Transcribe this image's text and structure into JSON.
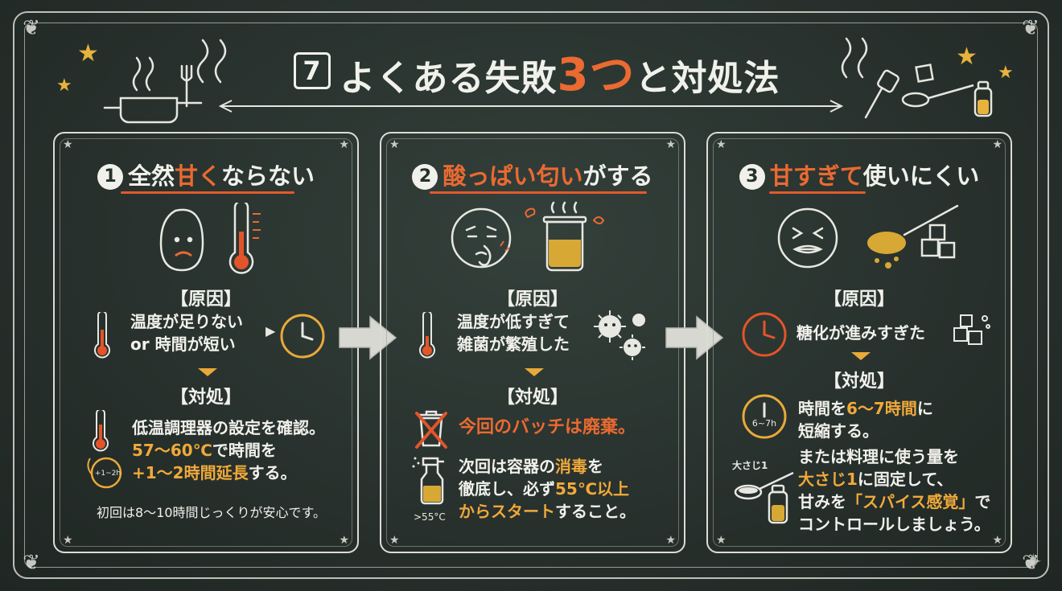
{
  "colors": {
    "accent_orange": "#ea6a31",
    "accent_gold": "#f0a93a",
    "chalk": "#f1f1ec",
    "board": "#28312d"
  },
  "title": {
    "number": "7",
    "part1": "よくある失敗",
    "highlight": "3つ",
    "part2": "と対処法"
  },
  "icons": [
    "star-icon",
    "pan-icon",
    "fork-icon",
    "steam-icon",
    "spatula-icon",
    "sugar-cube-icon",
    "spoon-icon",
    "salt-shaker-icon",
    "arrow-right-icon",
    "thermometer-icon",
    "clock-icon",
    "germ-icon",
    "trash-icon",
    "spray-bottle-icon",
    "jar-icon"
  ],
  "panels": [
    {
      "number": "1",
      "head_a": "全然",
      "head_red": "甘く",
      "head_b": "ならない",
      "cause_label": "【原因】",
      "cause_line1": "温度が足りない",
      "cause_line2": "or 時間が短い",
      "fix_label": "【対処】",
      "fix_line1": "低温調理器の設定を確認。",
      "fix_line2_hl": "57〜60℃",
      "fix_line2_rest": "で時間を",
      "fix_line3_hl": "+1〜2時間延長",
      "fix_line3_rest": "する。",
      "clock_tag": "+1~2h",
      "note": "初回は8〜10時間じっくりが安心です。"
    },
    {
      "number": "2",
      "head_red": "酸っぱい匂い",
      "head_b": "がする",
      "cause_label": "【原因】",
      "cause_line1": "温度が低すぎて",
      "cause_line2": "雑菌が繁殖した",
      "fix_label": "【対処】",
      "fix_discard": "今回のバッチは廃棄。",
      "fix_line1_a": "次回は容器の",
      "fix_line1_hl": "消毒",
      "fix_line1_b": "を",
      "fix_line2_a": "徹底し、必ず",
      "fix_line2_hl": "55℃以上",
      "fix_line3_hl": "からスタート",
      "fix_line3_b": "すること。",
      "temp_tag": ">55°C"
    },
    {
      "number": "3",
      "head_red": "甘すぎて",
      "head_b": "使いにくい",
      "cause_label": "【原因】",
      "cause_line1": "糖化が進みすぎた",
      "fix_label": "【対処】",
      "fix_line1_a": "時間を",
      "fix_line1_hl": "6〜7時間",
      "fix_line1_b": "に",
      "fix_line2": "短縮する。",
      "clock_tag": "6~7h",
      "spoon_tag": "大さじ1",
      "fix_line3": "または料理に使う量を",
      "fix_line4_hl": "大さじ1",
      "fix_line4_b": "に固定して、",
      "fix_line5_a": "甘みを",
      "fix_line5_hl": "「スパイス感覚」",
      "fix_line5_b": "で",
      "fix_line6": "コントロールしましょう。"
    }
  ]
}
